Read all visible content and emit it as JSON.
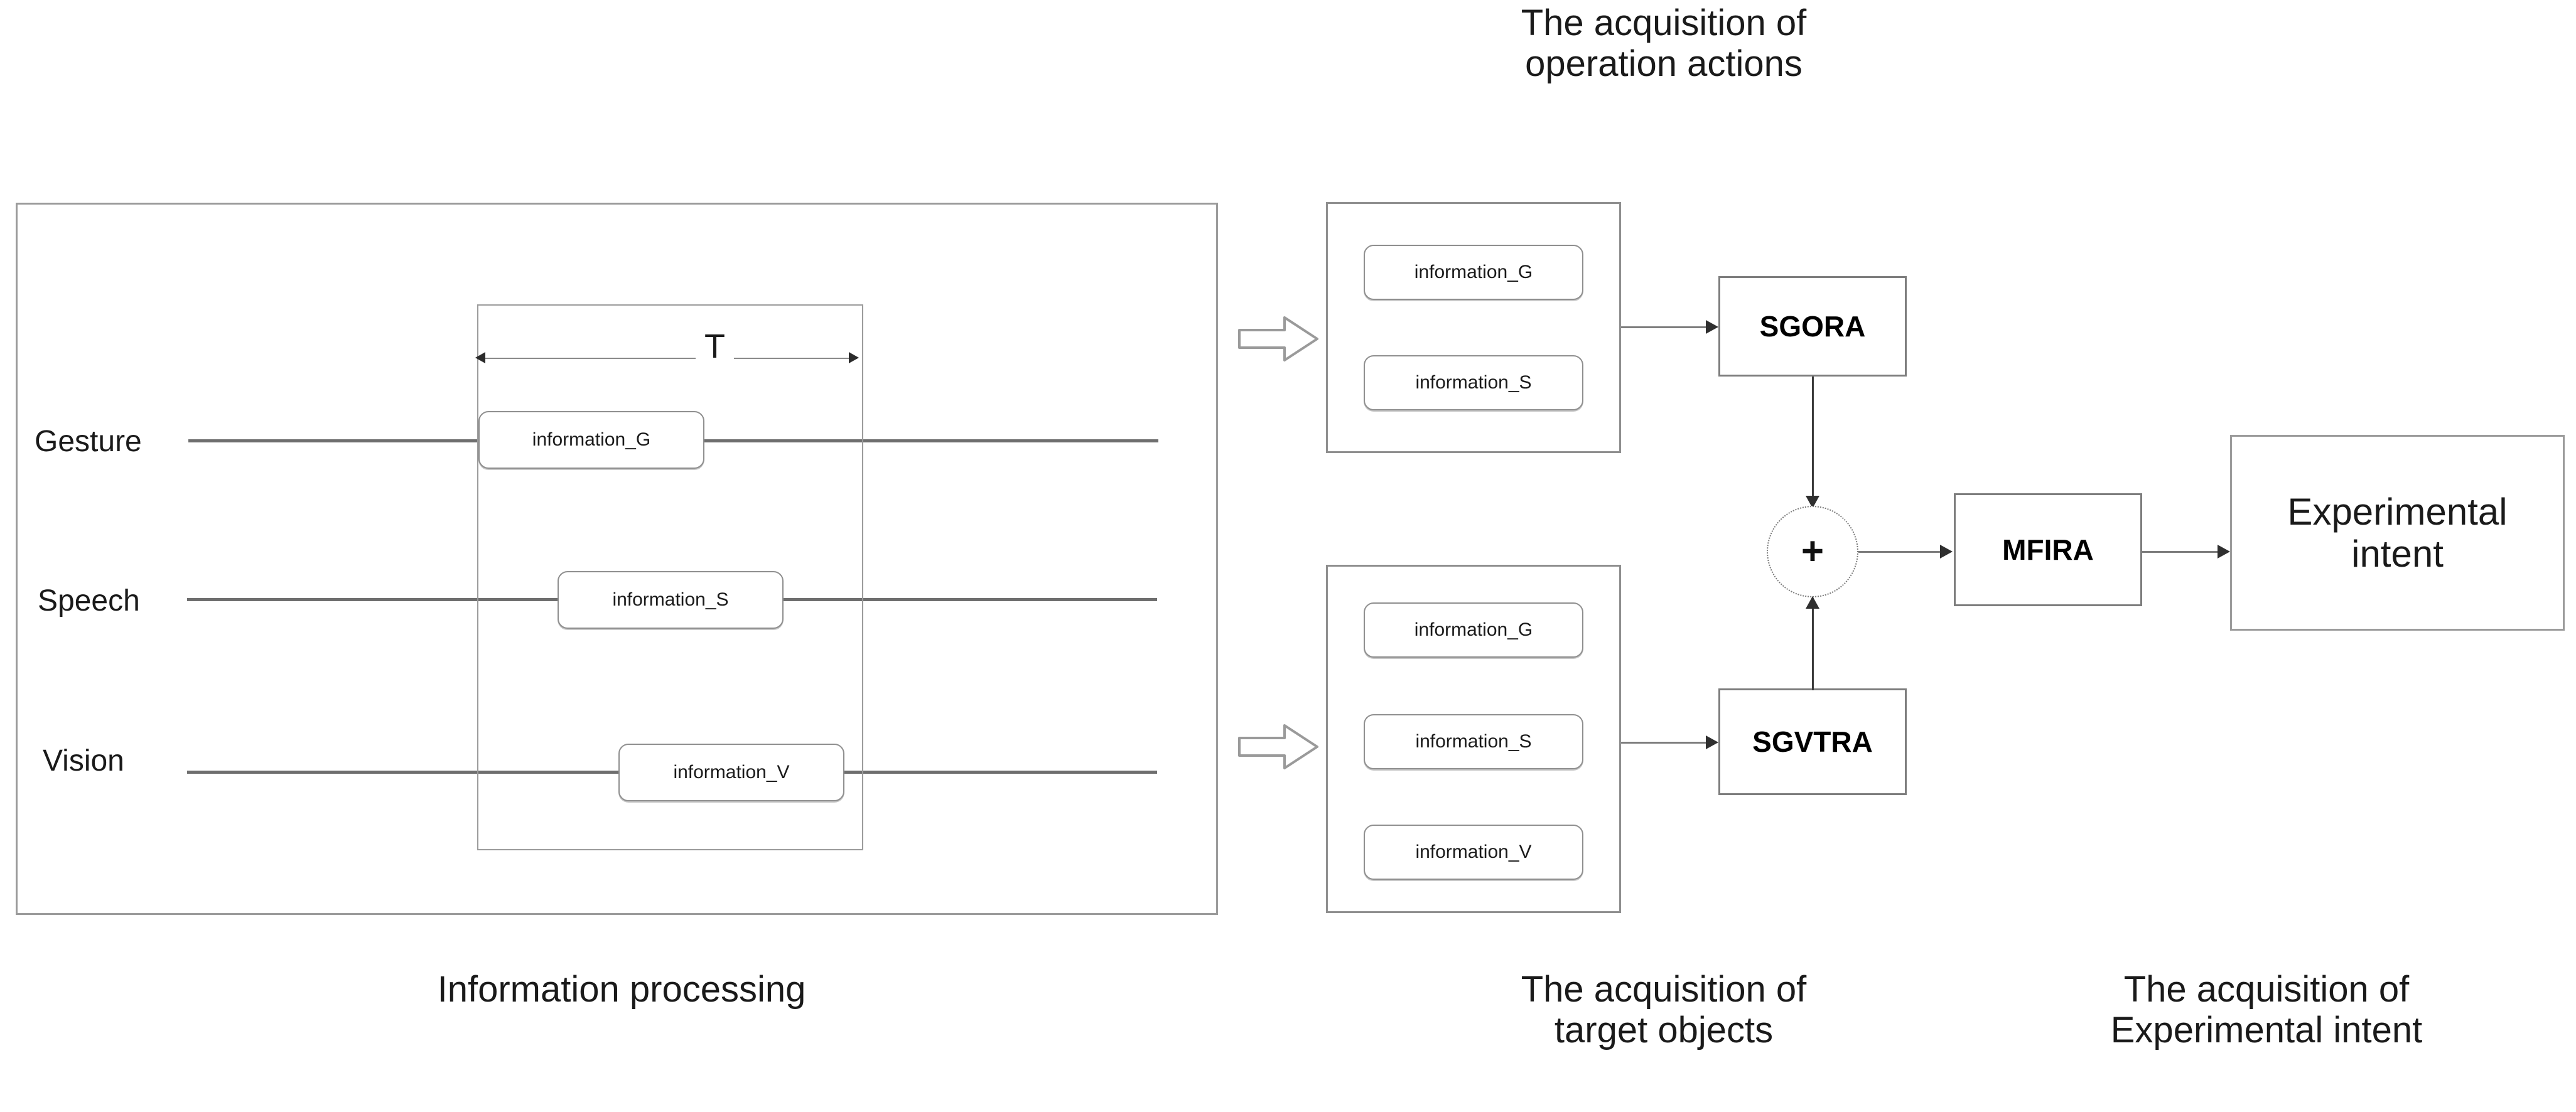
{
  "captions": {
    "top_operation_actions": "The acquisition of\noperation actions",
    "bottom_information_processing": "Information processing",
    "bottom_target_objects": "The acquisition of\ntarget objects",
    "bottom_experimental_intent": "The acquisition of\nExperimental intent"
  },
  "information_processing": {
    "modalities": [
      {
        "label": "Gesture",
        "chip": "information_G"
      },
      {
        "label": "Speech",
        "chip": "information_S"
      },
      {
        "label": "Vision",
        "chip": "information_V"
      }
    ],
    "window_label": "T"
  },
  "operation_actions_group": {
    "chips": [
      "information_G",
      "information_S"
    ],
    "processor": "SGORA"
  },
  "target_objects_group": {
    "chips": [
      "information_G",
      "information_S",
      "information_V"
    ],
    "processor": "SGVTRA"
  },
  "fusion": {
    "sum_symbol": "+",
    "processor": "MFIRA",
    "output": "Experimental\nintent"
  },
  "icons": {
    "flow_arrow": "block-right-arrow-icon",
    "sum": "plus-circle-icon"
  },
  "colors": {
    "frame_gray": "#9b9b9b",
    "line_gray": "#7d7d7d",
    "text_black": "#1a1a1a",
    "chip_border": "#8f8f8f"
  }
}
